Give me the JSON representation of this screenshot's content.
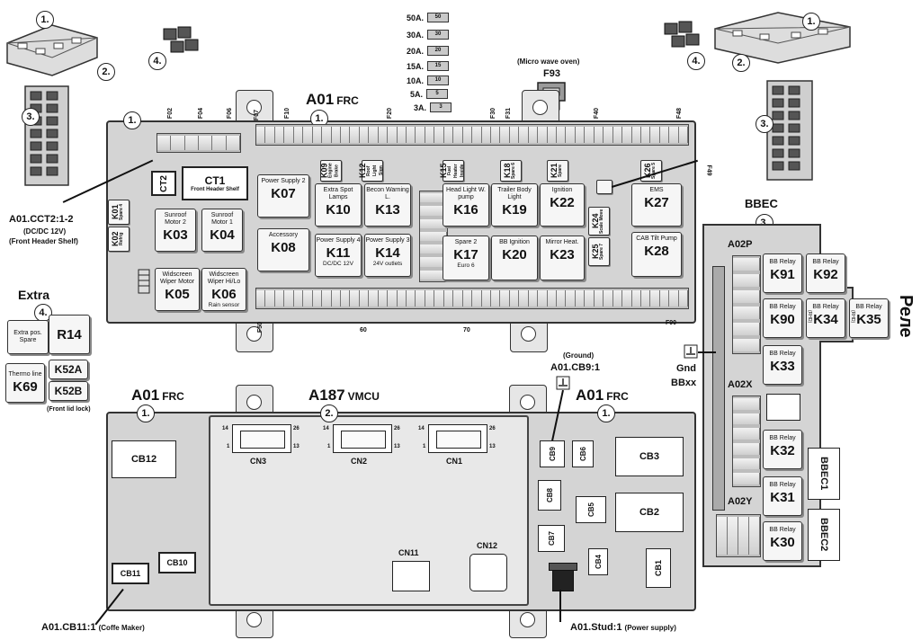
{
  "legend": [
    {
      "label": "50A.",
      "chip": "50"
    },
    {
      "label": "30A.",
      "chip": "30"
    },
    {
      "label": "20A.",
      "chip": "20"
    },
    {
      "label": "15A.",
      "chip": "15"
    },
    {
      "label": "10A.",
      "chip": "10"
    },
    {
      "label": "5A.",
      "chip": "5"
    },
    {
      "label": "3A.",
      "chip": "3"
    }
  ],
  "microwave": {
    "label": "(Micro wave oven)",
    "fuse": "F93"
  },
  "frc_top": {
    "title": "A01",
    "subtitle": "FRC",
    "badge_left": "1.",
    "badge_title": "1.",
    "fuse_tags": [
      "F02",
      "F04",
      "F06",
      "F07",
      "F10",
      "F20",
      "F30",
      "F31",
      "F40",
      "F48",
      "F49",
      "F50",
      "60",
      "70",
      "F90"
    ],
    "ct1": {
      "code": "CT1",
      "name": "Front Header Shelf"
    },
    "ct2": {
      "code": "CT2"
    },
    "cct_label": "A01.CCT2:1-2",
    "cct_sub1": "(DC/DC 12V)",
    "cct_sub2": "(Front Header Shelf)"
  },
  "relays": [
    {
      "code": "K07",
      "name": "Power Supply 2",
      "note": ""
    },
    {
      "code": "K08",
      "name": "Accessory",
      "note": ""
    },
    {
      "code": "K10",
      "name": "Extra Spot Lamps",
      "note": ""
    },
    {
      "code": "K13",
      "name": "Becon Warning L.",
      "note": ""
    },
    {
      "code": "K11",
      "name": "Power Supply 4",
      "note": "DC/DC 12V"
    },
    {
      "code": "K14",
      "name": "Power Supply 3",
      "note": "24V outlets"
    },
    {
      "code": "K16",
      "name": "Head Light W. pump",
      "note": ""
    },
    {
      "code": "K19",
      "name": "Trailer Body Light",
      "note": ""
    },
    {
      "code": "K22",
      "name": "Ignition",
      "note": ""
    },
    {
      "code": "K17",
      "name": "Spare 2",
      "note": "Euro 6"
    },
    {
      "code": "K20",
      "name": "BB Ignition",
      "note": ""
    },
    {
      "code": "K23",
      "name": "Mirror Heat.",
      "note": ""
    },
    {
      "code": "K27",
      "name": "EMS",
      "note": ""
    },
    {
      "code": "K28",
      "name": "CAB Tilt Pump",
      "note": ""
    },
    {
      "code": "K03",
      "name": "Sunroof Motor 2",
      "note": ""
    },
    {
      "code": "K04",
      "name": "Sunroof Motor 1",
      "note": ""
    },
    {
      "code": "K05",
      "name": "Widscreen Wiper Motor",
      "note": ""
    },
    {
      "code": "K06",
      "name": "Widscreen Wiper Hi/Lo",
      "note": "Rain sensor"
    }
  ],
  "small_relays": [
    {
      "code": "K09",
      "name": "Engine Brake"
    },
    {
      "code": "K12",
      "name": "Roof Light Sign"
    },
    {
      "code": "K15",
      "name": "Fuel Heater Inside"
    },
    {
      "code": "K18",
      "name": "Spare 6"
    },
    {
      "code": "K21",
      "name": "Spare"
    },
    {
      "code": "K26",
      "name": "Spare 5"
    },
    {
      "code": "K24",
      "name": "Scale Move"
    },
    {
      "code": "K25",
      "name": "Spare 7"
    },
    {
      "code": "K01",
      "name": "Spare 4"
    },
    {
      "code": "K02",
      "name": "Refrig"
    }
  ],
  "extra": {
    "title": "Extra",
    "badge": "4.",
    "r14_label": "Extra pos. Spare",
    "r14_code": "R14",
    "k69_label": "Thermo line",
    "k69_code": "K69",
    "k52a": "K52A",
    "k52b": "K52B",
    "lock": "(Front lid lock)"
  },
  "corner": {
    "b1": "1.",
    "b2": "2.",
    "b3": "3.",
    "b4": "4."
  },
  "bbec": {
    "title": "BBEC",
    "badge": "3.",
    "side_label": "Реле",
    "a02p": "A02P",
    "a02x": "A02X",
    "a02y": "A02Y",
    "gnd": "Gnd",
    "gnd2": "BBxx",
    "bbec1": "BBEC1",
    "bbec2": "BBEC2",
    "relays": [
      {
        "code": "K91",
        "name": "BB Relay",
        "note": ""
      },
      {
        "code": "K92",
        "name": "BB Relay",
        "note": ""
      },
      {
        "code": "K90",
        "name": "BB Relay",
        "note": ""
      },
      {
        "code": "K34",
        "name": "BB Relay",
        "note": "(RHD)"
      },
      {
        "code": "K35",
        "name": "BB Relay",
        "note": "(RHD)"
      },
      {
        "code": "K33",
        "name": "BB Relay",
        "note": ""
      },
      {
        "code": "K32",
        "name": "BB Relay",
        "note": ""
      },
      {
        "code": "K31",
        "name": "BB Relay",
        "note": ""
      },
      {
        "code": "K30",
        "name": "BB Relay",
        "note": ""
      }
    ]
  },
  "bottom": {
    "frc_left_title": "A01",
    "frc_left_sub": "FRC",
    "frc_left_badge": "1.",
    "vmcu_title": "A187",
    "vmcu_sub": "VMCU",
    "vmcu_badge": "2.",
    "frc_right_title": "A01",
    "frc_right_sub": "FRC",
    "frc_right_badge": "1.",
    "ground_label": "(Ground)",
    "ground_ref": "A01.CB9:1",
    "cn": [
      {
        "code": "CN3",
        "p14": "14",
        "p1": "1",
        "p26": "26",
        "p13": "13"
      },
      {
        "code": "CN2",
        "p14": "14",
        "p1": "1",
        "p26": "26",
        "p13": "13"
      },
      {
        "code": "CN1",
        "p14": "14",
        "p1": "1",
        "p26": "26",
        "p13": "13"
      }
    ],
    "cn11": "CN11",
    "cn12": "CN12",
    "cb": {
      "cb12": "CB12",
      "cb11": "CB11",
      "cb10": "CB10",
      "cb9": "CB9",
      "cb6": "CB6",
      "cb3": "CB3",
      "cb8": "CB8",
      "cb5": "CB5",
      "cb2": "CB2",
      "cb7": "CB7",
      "cb4": "CB4",
      "cb1": "CB1"
    },
    "cb11_label": "A01.CB11:1",
    "cb11_sub": "(Coffe Maker)",
    "stud_label": "A01.Stud:1",
    "stud_sub": "(Power supply)"
  }
}
